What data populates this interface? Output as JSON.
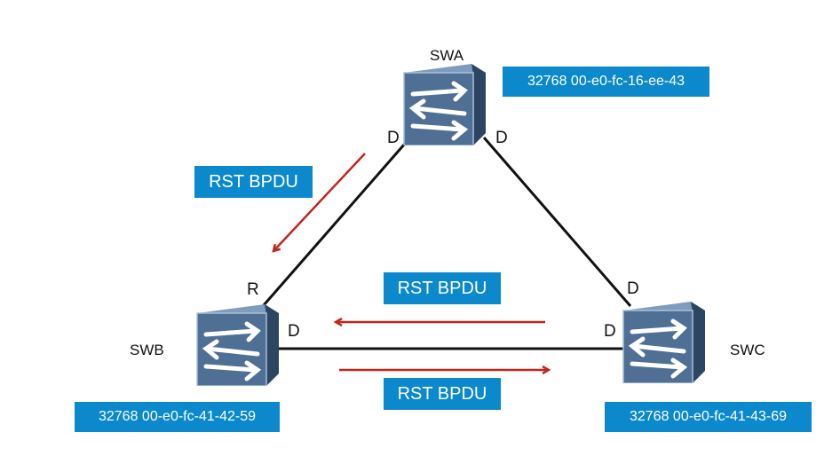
{
  "diagram": {
    "switches": [
      {
        "name": "SWA",
        "bridge_id": "32768 00-e0-fc-16-ee-43",
        "ports": [
          "D",
          "D"
        ]
      },
      {
        "name": "SWB",
        "bridge_id": "32768 00-e0-fc-41-42-59",
        "ports": [
          "R",
          "D"
        ]
      },
      {
        "name": "SWC",
        "bridge_id": "32768 00-e0-fc-41-43-69",
        "ports": [
          "D",
          "D"
        ]
      }
    ],
    "messages": [
      {
        "label": "RST BPDU",
        "from": "SWA",
        "to": "SWB"
      },
      {
        "label": "RST BPDU",
        "from": "SWC",
        "to": "SWB"
      },
      {
        "label": "RST BPDU",
        "from": "SWB",
        "to": "SWC"
      }
    ],
    "colors": {
      "label_box": "#0b89cc",
      "arrow": "#c0261c",
      "link": "#111111",
      "switch": "#4a6b8f"
    }
  }
}
